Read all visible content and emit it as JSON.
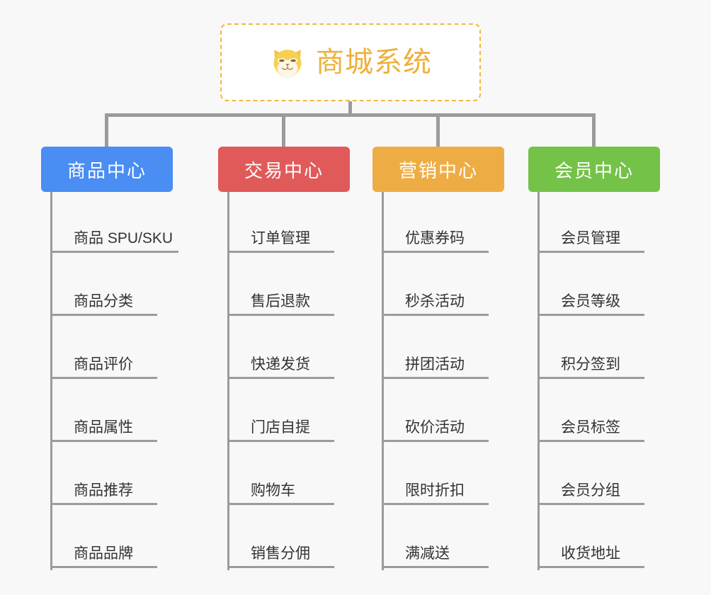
{
  "root": {
    "title": "商城系统",
    "icon": "shiba-dog-icon",
    "border_color": "#f0b840",
    "text_color": "#eeb03c"
  },
  "connector_color": "#9b9b9b",
  "background_color": "#f8f8f8",
  "columns": [
    {
      "label": "商品中心",
      "color": "#4a8df3",
      "items": [
        "商品 SPU/SKU",
        "商品分类",
        "商品评价",
        "商品属性",
        "商品推荐",
        "商品品牌"
      ]
    },
    {
      "label": "交易中心",
      "color": "#e15a5a",
      "items": [
        "订单管理",
        "售后退款",
        "快递发货",
        "门店自提",
        "购物车",
        "销售分佣"
      ]
    },
    {
      "label": "营销中心",
      "color": "#eead44",
      "items": [
        "优惠券码",
        "秒杀活动",
        "拼团活动",
        "砍价活动",
        "限时折扣",
        "满减送"
      ]
    },
    {
      "label": "会员中心",
      "color": "#74c248",
      "items": [
        "会员管理",
        "会员等级",
        "积分签到",
        "会员标签",
        "会员分组",
        "收货地址"
      ]
    }
  ]
}
